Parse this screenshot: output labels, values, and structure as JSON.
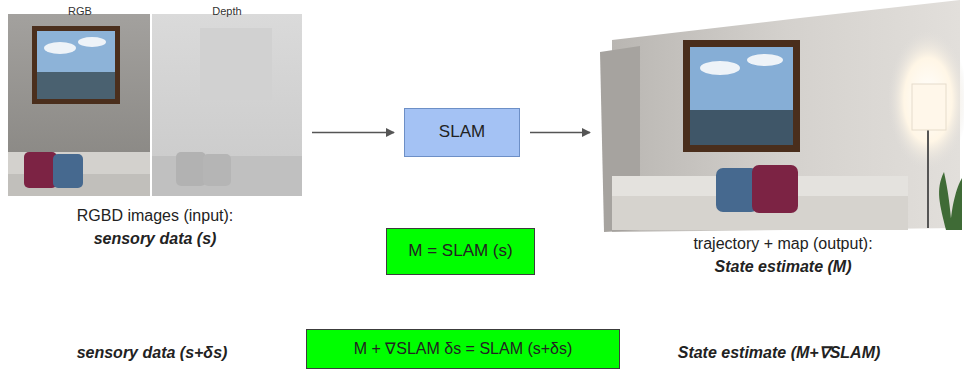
{
  "diagram": {
    "nodes": [
      {
        "text": [
          "RGB",
          "Depth",
          "RGBD images (input):",
          "sensory data (s)"
        ]
      },
      {
        "text": [
          "SLAM"
        ]
      },
      {
        "text": [
          "trajectory + map (output):",
          "State estimate (M)"
        ]
      },
      {
        "text": [
          "M = SLAM (s)"
        ]
      },
      {
        "text": [
          "M + ∇SLAM δs = SLAM (s+δs)"
        ]
      }
    ],
    "edges": [
      {
        "from": 0,
        "to": 1,
        "arrow": "to"
      },
      {
        "from": 1,
        "to": 2,
        "arrow": "to"
      }
    ],
    "labels": [
      "sensory data (s+δs)",
      "State estimate (M+∇SLAM)"
    ]
  }
}
